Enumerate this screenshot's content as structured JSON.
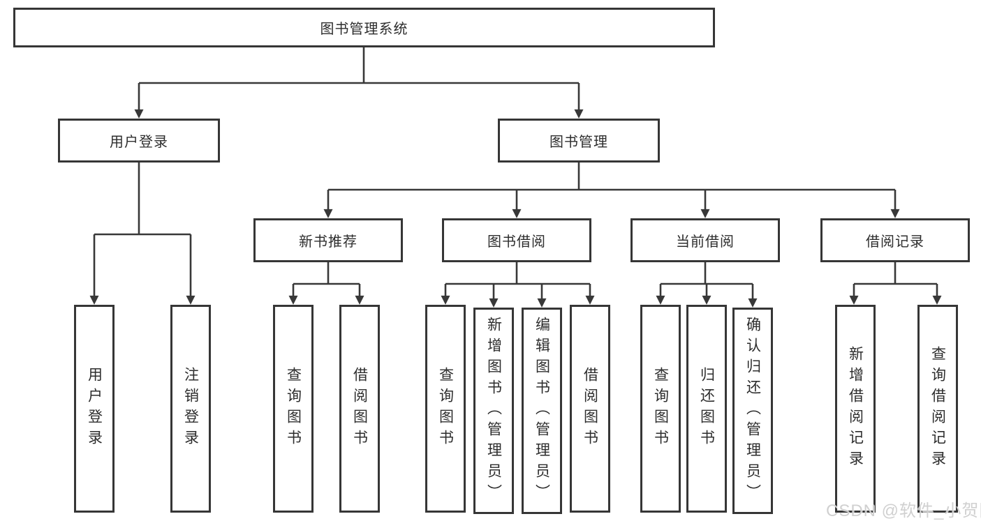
{
  "diagram": {
    "root": "图书管理系统",
    "branches": [
      {
        "label": "用户登录",
        "children": [
          "用户登录",
          "注销登录"
        ]
      },
      {
        "label": "图书管理",
        "children": [
          {
            "label": "新书推荐",
            "children": [
              "查询图书",
              "借阅图书"
            ]
          },
          {
            "label": "图书借阅",
            "children": [
              "查询图书",
              "新增图书（管理员）",
              "编辑图书（管理员）",
              "借阅图书"
            ]
          },
          {
            "label": "当前借阅",
            "children": [
              "查询图书",
              "归还图书",
              "确认归还（管理员）"
            ]
          },
          {
            "label": "借阅记录",
            "children": [
              "新增借阅记录",
              "查询借阅记录"
            ]
          }
        ]
      }
    ]
  },
  "watermark": {
    "text": "CSDN @软件_小贺同学"
  },
  "colors": {
    "line": "#383838",
    "border": "#363636",
    "text": "#2d2d2d",
    "watermark": "#cdcdcd"
  }
}
